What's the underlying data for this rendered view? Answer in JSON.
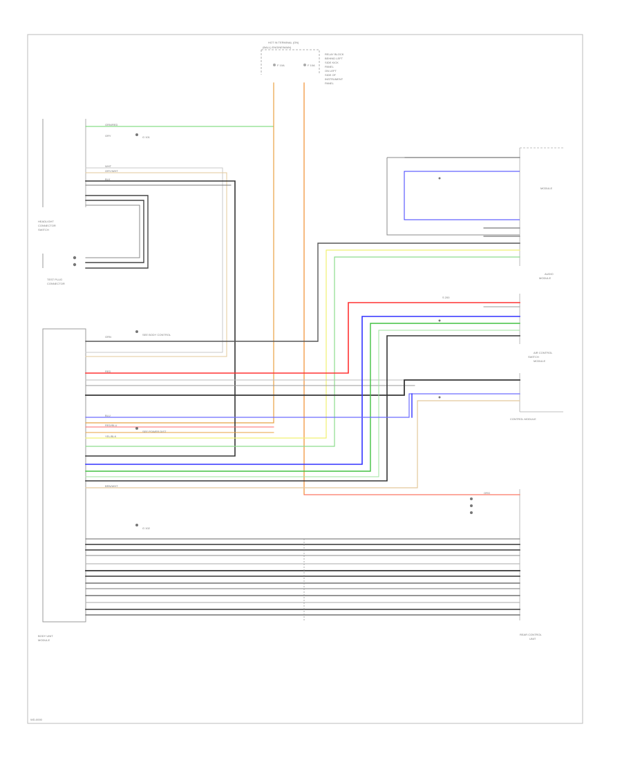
{
  "diagram": {
    "page_tag": "WD-0000",
    "top_fuse_block": {
      "title_line1": "HOT IN TERMINAL (ON)",
      "title_line2": "(BALL) ENGINE/MAIN)",
      "note_lines": [
        "RELAY BLOCK",
        "BEHIND LEFT",
        "SIDE KICK",
        "PANEL",
        "ON LEFT",
        "SIDE OF",
        "INSTRUMENT",
        "PANEL"
      ],
      "fuse1": "F 10A",
      "fuse2": "F 10A"
    },
    "left_components": {
      "headlight_connector": [
        "HEADLIGHT",
        "CONNECTOR",
        "SWITCH"
      ],
      "test_plug": [
        "TEST PLUG",
        "CONNECTOR"
      ],
      "body_unit": [
        "BODY UNIT",
        "MODULE"
      ]
    },
    "right_components": {
      "module_a": "MODULE",
      "module_b": [
        "AUDIO",
        "MODULE"
      ],
      "module_c": [
        "AIR CONTROL",
        "SWITCH",
        "MODULE"
      ],
      "module_d": "CONTROL MODULE",
      "module_e": [
        "REAR CONTROL",
        "UNIT"
      ]
    },
    "notes": {
      "ground_top": "G 101",
      "ground_bottom": "G 102",
      "splice": "S 200",
      "see_wiring_1": "SEE BODY CONTROL",
      "see_wiring_2": "SEE POWER DIST"
    },
    "wire_codes": {
      "grn_red": "GRN/RED",
      "gry": "GRY",
      "wht": "WHT",
      "gry_wht": "GRY/WHT",
      "blk": "BLK",
      "red": "RED",
      "red_blu": "RED/BLU",
      "yel_blk": "YEL/BLK",
      "grn": "GRN",
      "blu": "BLU",
      "brn_wht": "BRN/WHT",
      "org": "ORG"
    }
  }
}
